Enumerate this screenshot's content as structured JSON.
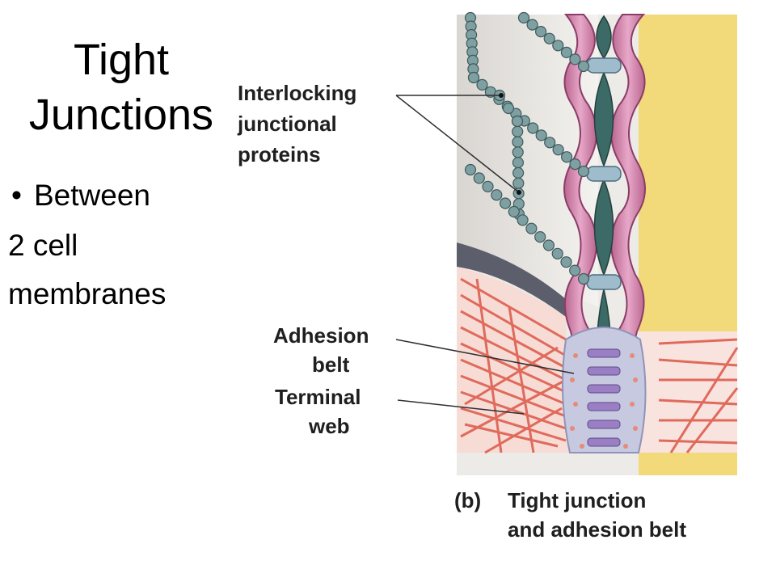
{
  "slide": {
    "title_line1": "Tight",
    "title_line2": "Junctions",
    "bullet": "•",
    "bullet_text": "Between",
    "line2": "2 cell",
    "line3": "membranes"
  },
  "labels": {
    "interlocking_1": "Interlocking",
    "interlocking_2": "junctional",
    "interlocking_3": "proteins",
    "adhesion_1": "Adhesion",
    "adhesion_2": "belt",
    "terminal_1": "Terminal",
    "terminal_2": "web",
    "caption_b": "(b)",
    "caption_1": "Tight junction",
    "caption_2": "and adhesion belt"
  },
  "colors": {
    "cytoplasm_right": "#f2d97a",
    "membrane": "#d58bb0",
    "membrane_dark": "#a4507e",
    "space": "#3c6a66",
    "protein_bead": "#7fa0a2",
    "plaque": "#c6c9e0",
    "filament": "#e06a5c"
  }
}
